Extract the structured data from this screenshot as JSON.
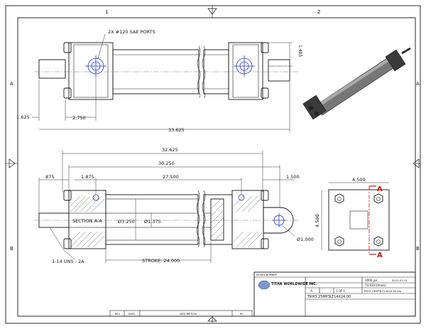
{
  "zones": {
    "col_1": "1",
    "col_2": "2",
    "row_a": "A",
    "row_b": "B"
  },
  "top_view": {
    "ports_note": "2X #120 SAE PORTS",
    "dim_1485": "1.485",
    "dim_1625": "1.625",
    "dim_2750": "2.750",
    "dim_33625": "33.625"
  },
  "section_view": {
    "dim_32625": "32.625",
    "dim_30250": "30.250",
    "dim_875": ".875",
    "dim_1875": "1.875",
    "dim_27500": "27.500",
    "dim_1500": "1.500",
    "section_label": "SECTION A-A",
    "bore_dia": "Ø3.250",
    "rod_dia": "Ø1.375",
    "pin_dia": "Ø1.000",
    "stroke": "STROKE: 24.000",
    "thread": "1-14 UNS - 2A"
  },
  "end_view": {
    "dim_4500_h": "4.500",
    "dim_4500_v": "4.500",
    "cut_mark": "A"
  },
  "title_block": {
    "model_number_label": "MODEL NUMBER",
    "company": "TITAN WORLDWIDE INC.",
    "pressure": "3000 psi",
    "date": "2011-01-01",
    "volume": "74.910 litmass",
    "sheet": "1  OF  1",
    "rev": "A",
    "part_number": "TRH3.25MP3LT14X24.00",
    "file_name": "TRH3.25MP3LT14X24.00.slo",
    "col_rev": "REV",
    "col_date": "DATE",
    "col_description": "DESCRIPTION",
    "col_by": "BY"
  }
}
